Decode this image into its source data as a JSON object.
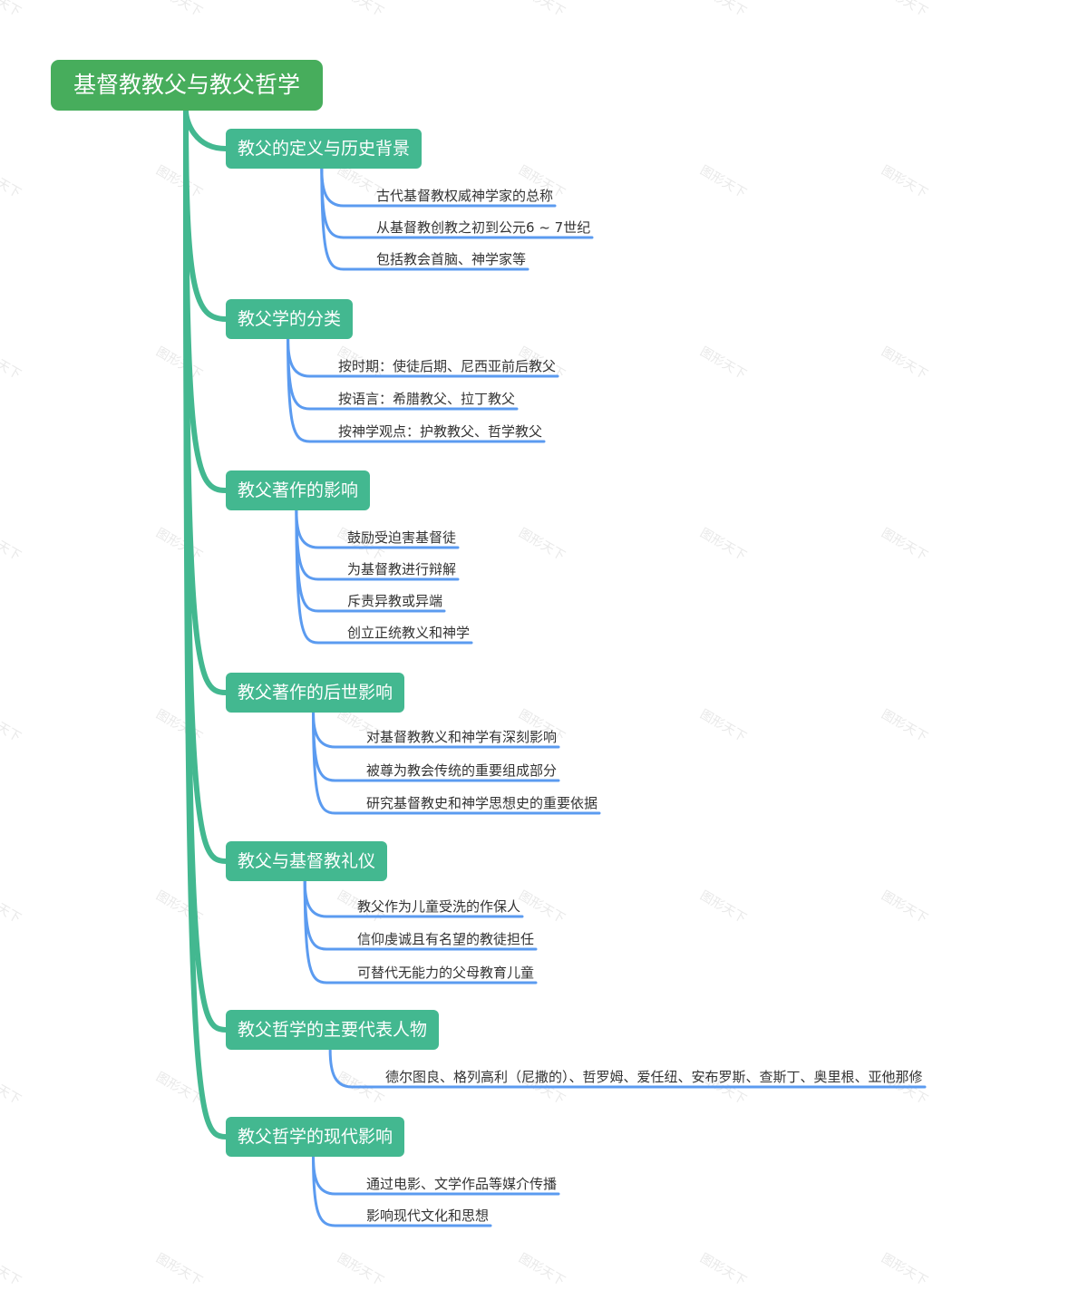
{
  "mindmap": {
    "root": "基督教教父与教父哲学",
    "watermark": "图形天下",
    "colors": {
      "root": "#47ad5c",
      "branch": "#43b890",
      "trunk": "#43b890",
      "leaf_line": "#5b9bf0"
    },
    "branches": [
      {
        "label": "教父的定义与历史背景",
        "children": [
          "古代基督教权威神学家的总称",
          "从基督教创教之初到公元6 ~ 7世纪",
          "包括教会首脑、神学家等"
        ]
      },
      {
        "label": "教父学的分类",
        "children": [
          "按时期：使徒后期、尼西亚前后教父",
          "按语言：希腊教父、拉丁教父",
          "按神学观点：护教教父、哲学教父"
        ]
      },
      {
        "label": "教父著作的影响",
        "children": [
          "鼓励受迫害基督徒",
          "为基督教进行辩解",
          "斥责异教或异端",
          "创立正统教义和神学"
        ]
      },
      {
        "label": "教父著作的后世影响",
        "children": [
          "对基督教教义和神学有深刻影响",
          "被尊为教会传统的重要组成部分",
          "研究基督教史和神学思想史的重要依据"
        ]
      },
      {
        "label": "教父与基督教礼仪",
        "children": [
          "教父作为儿童受洗的作保人",
          "信仰虔诚且有名望的教徒担任",
          "可替代无能力的父母教育儿童"
        ]
      },
      {
        "label": "教父哲学的主要代表人物",
        "children": [
          "德尔图良、格列高利（尼撒的）、哲罗姆、爱任纽、安布罗斯、查斯丁、奥里根、亚他那修"
        ]
      },
      {
        "label": "教父哲学的现代影响",
        "children": [
          "通过电影、文学作品等媒介传播",
          "影响现代文化和思想"
        ]
      }
    ]
  }
}
